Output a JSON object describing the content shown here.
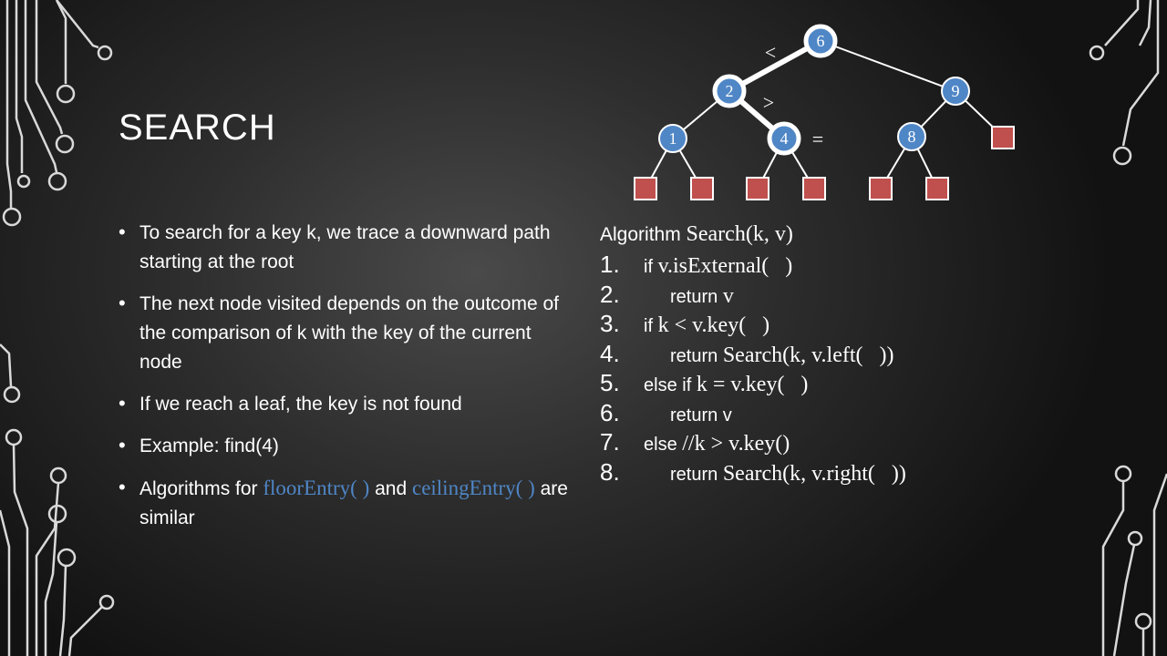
{
  "slide": {
    "title": "SEARCH",
    "bullets": [
      "To search for a key k, we trace a downward path starting at the root",
      "The next node visited depends on the outcome of the comparison of k with the key of the current node",
      "If we reach a leaf, the key is not found",
      "Example: find(4)"
    ],
    "bullet5": {
      "prefix": "Algorithms for ",
      "code1": "floorEntry(   )",
      "middle": " and ",
      "code2": "ceilingEntry(   )",
      "suffix": " are similar"
    }
  },
  "algorithm": {
    "head_label": "Algorithm ",
    "head_math": "Search(k, v)",
    "lines": [
      {
        "num": "1.",
        "indent": false,
        "kw": "if ",
        "math": "v.isExternal(   )"
      },
      {
        "num": "2.",
        "indent": true,
        "kw": "return ",
        "math": "v"
      },
      {
        "num": "3.",
        "indent": false,
        "kw": "if ",
        "math": "k < v.key(   )"
      },
      {
        "num": "4.",
        "indent": true,
        "kw": "return ",
        "math": "Search(k, v.left(   ))"
      },
      {
        "num": "5.",
        "indent": false,
        "kw": "else if ",
        "math": "k = v.key(   )"
      },
      {
        "num": "6.",
        "indent": true,
        "kw": "return v",
        "math": ""
      },
      {
        "num": "7.",
        "indent": false,
        "kw": "else ",
        "math": "//k > v.key()"
      },
      {
        "num": "8.",
        "indent": true,
        "kw": "return ",
        "math": "Search(k, v.right(   ))"
      }
    ]
  },
  "tree": {
    "node_labels": {
      "n6": "6",
      "n2": "2",
      "n9": "9",
      "n1": "1",
      "n4": "4",
      "n8": "8"
    },
    "comparisons": {
      "lt": "<",
      "gt": ">",
      "eq": "="
    },
    "colors": {
      "node": "#4f86c6",
      "leaf": "#c0504d",
      "edge": "#ffffff"
    }
  }
}
